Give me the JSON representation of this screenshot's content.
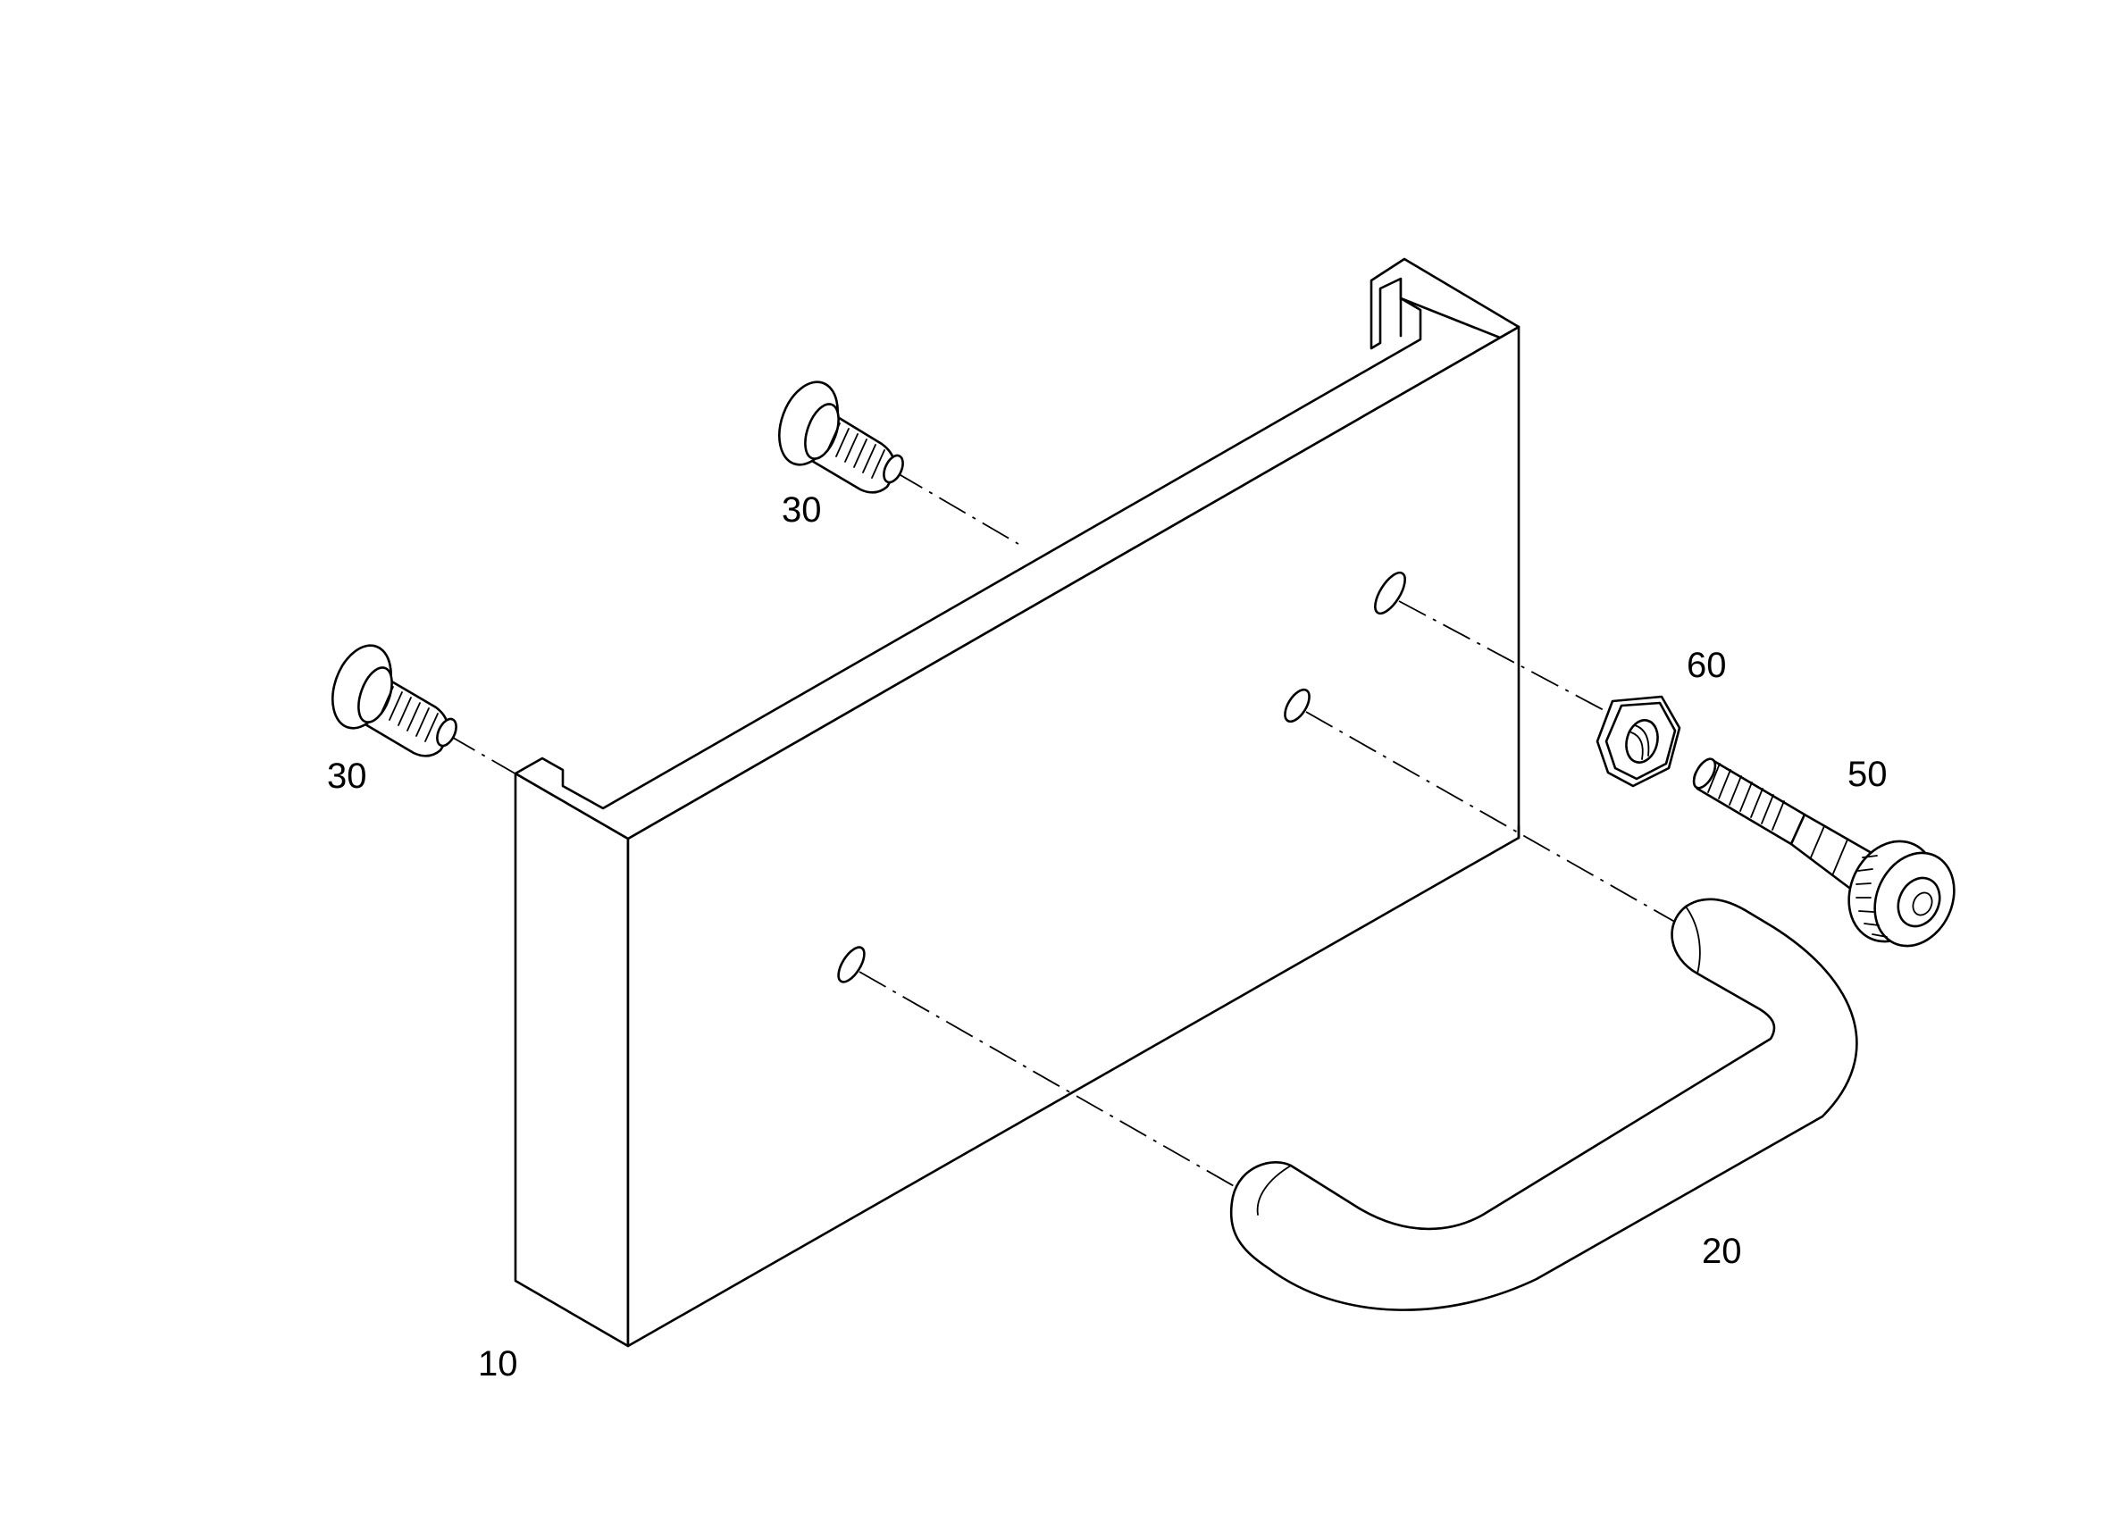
{
  "diagram": {
    "callouts": {
      "panel": "10",
      "handle": "20",
      "screw_upper": "30",
      "screw_lower": "30",
      "plunger": "50",
      "nut": "60"
    }
  }
}
